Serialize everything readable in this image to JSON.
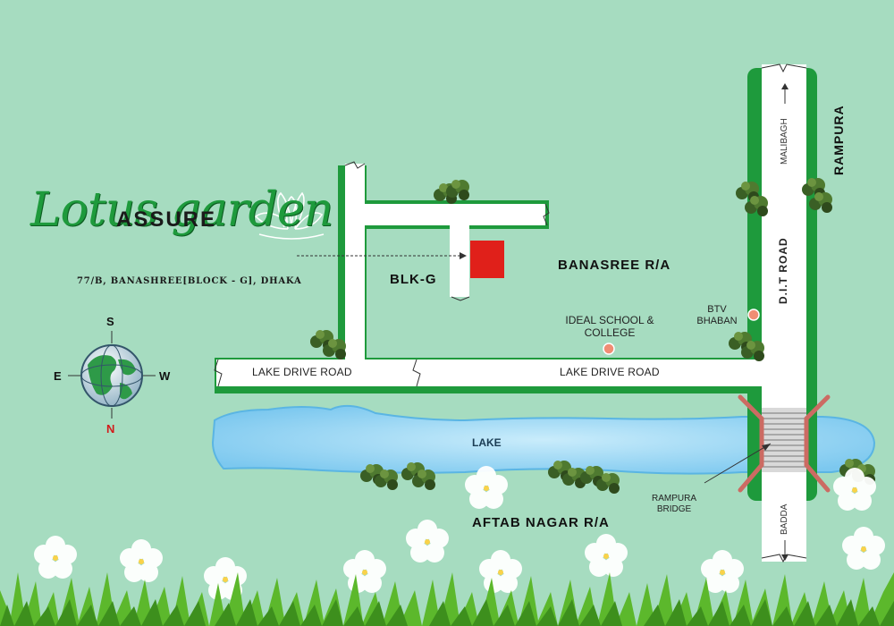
{
  "brand": {
    "prefix": "ASSURE",
    "name": "Lotus garden",
    "address": "77/B, BANASHREE[BLOCK - G], DHAKA"
  },
  "areas": {
    "banasree": "BANASREE R/A",
    "aftab_nagar": "AFTAB NAGAR R/A",
    "rampura": "RAMPURA",
    "blk_g": "BLK-G",
    "lake": "LAKE"
  },
  "roads": {
    "lake_drive_west": "LAKE DRIVE ROAD",
    "lake_drive_east": "LAKE DRIVE ROAD",
    "dit_road": "D.I.T ROAD",
    "malibagh": "MALIBAGH",
    "badda": "BADDA"
  },
  "landmarks": {
    "school": "IDEAL SCHOOL & COLLEGE",
    "btv": "BTV BHABAN",
    "bridge": "RAMPURA BRIDGE"
  },
  "compass": {
    "top": "S",
    "bottom": "N",
    "left": "E",
    "right": "W"
  },
  "colors": {
    "background": "#a6dcc0",
    "road": "#ffffff",
    "road_edge": "#1e9a3c",
    "lake": "#8fd3f4",
    "site_marker": "#e0201a",
    "landmark_dot": "#f08d74"
  }
}
